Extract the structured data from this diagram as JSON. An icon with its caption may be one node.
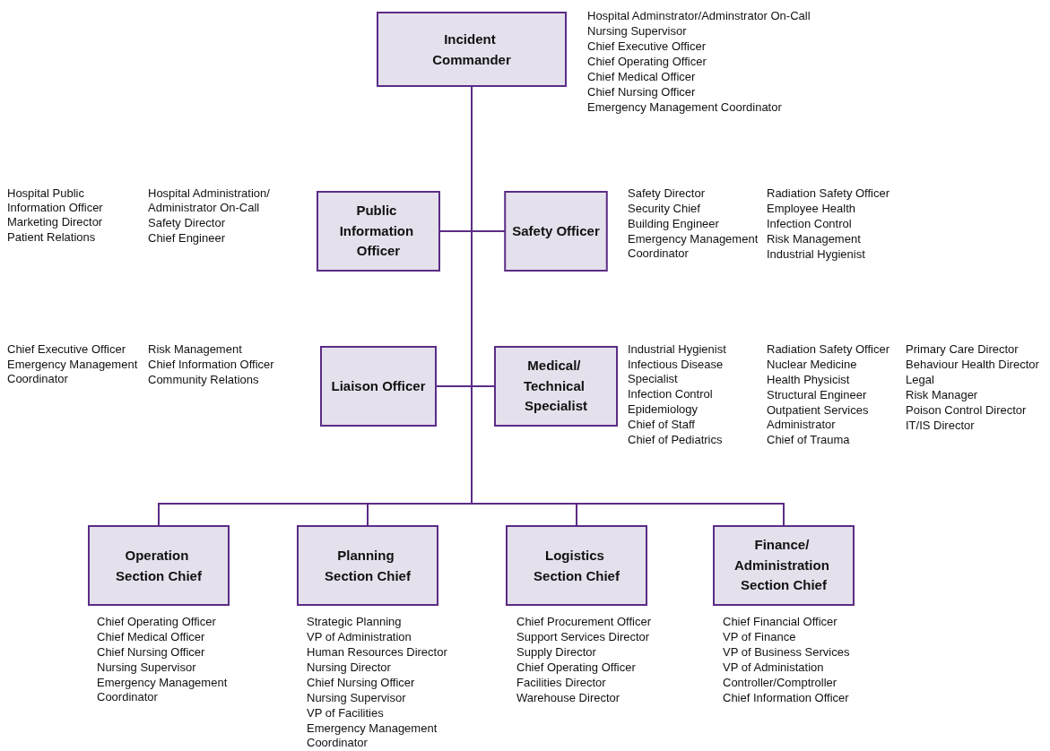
{
  "diagram": {
    "nodes": [
      {
        "text": [
          "Incident Commander"
        ],
        "beside": [
          "Hospital Adminstrator/Adminstrator On-Call",
          "Nursing Supervisor",
          "Chief Executive Officer",
          "Chief Operating Officer",
          "Chief Medical Officer",
          "Chief Nursing Officer",
          "Emergency Management Coordinator"
        ]
      },
      {
        "text": [
          "Public Information Officer"
        ],
        "beside": [
          "Hospital Public Information Officer Marketing Director",
          "Patient Relations",
          "Hospital Administration/ Administrator On-Call",
          "Safety Director",
          "Chief Engineer"
        ]
      },
      {
        "text": [
          "Safety Officer"
        ],
        "beside": [
          "Safety Director",
          "Security Chief",
          "Building Engineer",
          "Emergency Management Coordinator",
          "Radiation Safety Officer",
          "Employee Health",
          "Infection Control",
          "Risk Management",
          "Industrial Hygienist"
        ]
      },
      {
        "text": [
          "Liaison Officer"
        ],
        "beside": [
          "Chief Executive Officer",
          "Emergency Management Coordinator",
          "Risk Management",
          "Chief Information Officer",
          "Community Relations"
        ]
      },
      {
        "text": [
          "Medical/ Technical Specialist"
        ],
        "beside": [
          "Industrial Hygienist",
          "Infectious Disease Specialist",
          "Infection Control",
          "Epidemiology",
          "Chief of Staff",
          "Chief of Pediatrics",
          "Radiation Safety Officer",
          "Nuclear Medicine",
          "Health Physicist",
          "Structural Engineer",
          "Outpatient Services Administrator",
          "Chief of Trauma",
          "Primary Care Director",
          "Behaviour Health Director",
          "Legal",
          "Risk Manager",
          "Poison Control Director",
          "IT/IS Director"
        ]
      },
      {
        "text": [
          "Operation Section Chief"
        ],
        "beside": [
          "Chief Operating Officer",
          "Chief Medical Officer",
          "Chief Nursing Officer",
          "Nursing Supervisor",
          "Emergency Management Coordinator"
        ]
      },
      {
        "text": [
          "Planning Section Chief"
        ],
        "beside": [
          "Strategic Planning",
          "VP of Administration",
          "Human Resources Director",
          "Nursing Director",
          "Chief Nursing Officer",
          "Nursing Supervisor",
          "VP of Facilities",
          "Emergency Management Coordinator"
        ]
      },
      {
        "text": [
          "Logistics Section Chief"
        ],
        "beside": [
          "Chief Procurement Officer",
          "Support Services Director",
          "Supply Director",
          "Chief Operating Officer",
          "Facilities Director",
          "Warehouse Director"
        ]
      },
      {
        "text": [
          "Finance/ Administration Section Chief"
        ],
        "beside": [
          "Chief Financial Officer",
          "VP of Finance",
          "VP of Business Services",
          "VP of Administation",
          "Controller/Comptroller",
          "Chief Information Officer"
        ]
      }
    ],
    "edges": [
      {
        "from": 0,
        "to": 1,
        "arrow": "none"
      },
      {
        "from": 0,
        "to": 2,
        "arrow": "none"
      },
      {
        "from": 0,
        "to": 3,
        "arrow": "none"
      },
      {
        "from": 0,
        "to": 4,
        "arrow": "none"
      },
      {
        "from": 0,
        "to": 5,
        "arrow": "none"
      },
      {
        "from": 0,
        "to": 6,
        "arrow": "none"
      },
      {
        "from": 0,
        "to": 7,
        "arrow": "none"
      },
      {
        "from": 0,
        "to": 8,
        "arrow": "none"
      }
    ]
  }
}
